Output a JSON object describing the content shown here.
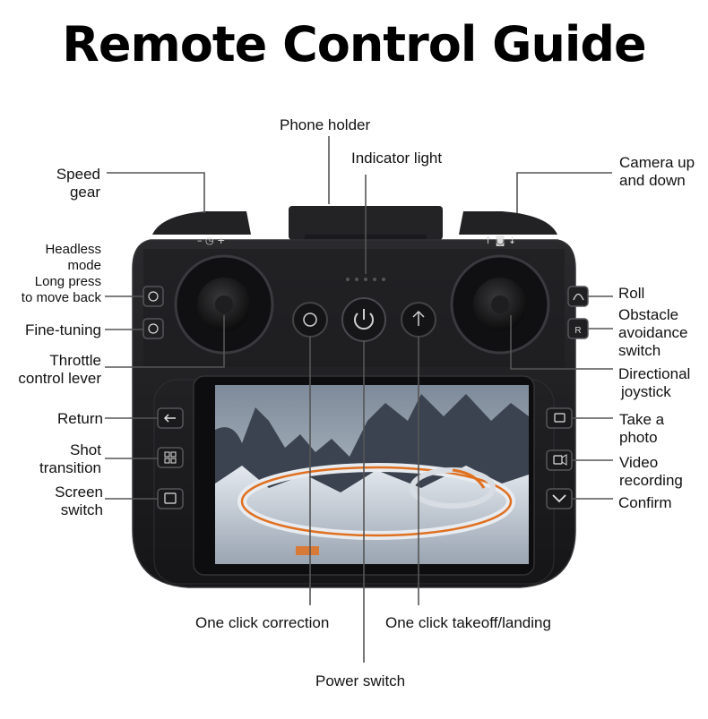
{
  "title": "Remote Control Guide",
  "top_controls": {
    "left_glyphs": "–  ◷  +",
    "right_glyphs": "↑  ◙  ↓"
  },
  "labels": {
    "phone_holder": "Phone holder",
    "indicator_light": "Indicator light",
    "camera_line1": "Camera up",
    "camera_line2": "and down",
    "speed_line1": "Speed",
    "speed_line2": "gear",
    "headless_line1": "Headless",
    "headless_line2": "mode",
    "headless_line3": "Long press",
    "headless_line4": "to move back",
    "fine_tuning": "Fine-tuning",
    "throttle_line1": "Throttle",
    "throttle_line2": "control lever",
    "return": "Return",
    "shot_line1": "Shot",
    "shot_line2": "transition",
    "screen_line1": "Screen",
    "screen_line2": "switch",
    "roll": "Roll",
    "obstacle_line1": "Obstacle",
    "obstacle_line2": "avoidance",
    "obstacle_line3": "switch",
    "directional_line1": "Directional",
    "directional_line2": "joystick",
    "take_photo_line1": "Take a",
    "take_photo_line2": "photo",
    "video_line1": "Video",
    "video_line2": "recording",
    "confirm": "Confirm",
    "one_click_correction": "One click correction",
    "one_click_takeoff": "One click takeoff/landing",
    "power_switch": "Power switch"
  },
  "colors": {
    "body": "#1e1e20",
    "body_edge": "#2c2c2f",
    "line": "#555555",
    "accent": "#e07020"
  }
}
